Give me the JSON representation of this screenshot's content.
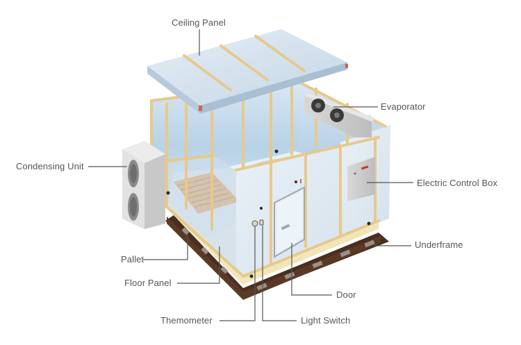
{
  "diagram": {
    "subject": "Cold room (walk-in cold storage) exploded assembly",
    "labels": {
      "ceiling_panel": "Ceiling Panel",
      "evaporator": "Evaporator",
      "condensing_unit": "Condensing Unit",
      "electric_control_box": "Electric Control Box",
      "underframe": "Underframe",
      "pallet": "Pallet",
      "floor_panel": "Floor Panel",
      "door": "Door",
      "themometer": "Themometer",
      "light_switch": "Light Switch"
    },
    "colors": {
      "panel_blue": "#c9dcea",
      "panel_light": "#e6eef5",
      "frame_strip": "#e8c98a",
      "underframe_wood": "#4a2e1e",
      "pallet_wood": "#d9934a",
      "leader_line": "#555555",
      "label_text": "#555555"
    }
  }
}
